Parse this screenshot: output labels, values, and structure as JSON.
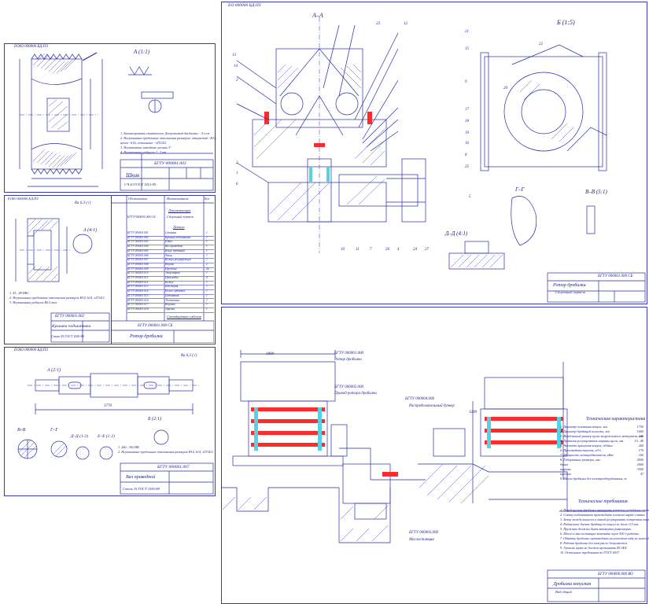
{
  "sheets": {
    "pulley": {
      "stamp": "ЕОЮ 000000 БД.ПЗ",
      "doc_number": "БГТУ 000001.003",
      "part_name": "Шкив",
      "material": "СЧ 20 ГОСТ 1412-85",
      "view_label": "А (1:1)",
      "notes": [
        "1. Балансировать статически. Допустимый дисбаланс - 4 г·см",
        "2. Неуказанные предельные отклонения размеров: отверстий - H14,",
        "валов - h14, остальных - ±IT14/2",
        "3. Неуказанные литейные уклоны 3°",
        "4. Неуказанные радиусы 2...3 мм"
      ]
    },
    "cover": {
      "stamp": "ЕОЮ 000000 БД.ПЗ",
      "doc_number": "БГТУ 000001.002",
      "part_name": "Крышка подшипника",
      "material": "Сталь 45 ГОСТ 1050-88",
      "view_label": "А (4:1)",
      "roughness": "Ra 6,3 (√)",
      "notes": [
        "1. 43...48 HRC",
        "2. Неуказанные предельные отклонения размеров H14, h14, ±IT14/2",
        "3. Неуказанные радиусы R0,5 max"
      ]
    },
    "spec": {
      "header_cols": [
        "Обозначение",
        "Наименование",
        "Кол."
      ],
      "doc_number": "БГТУ 000001.000 СБ",
      "assembly_ref": "Сборочный чертеж",
      "section_documentation": "Документация",
      "section_parts": "Детали",
      "section_standard": "Стандартные изделия",
      "rows": [
        {
          "code": "БГТУ 000001.001",
          "name": "Станина",
          "qty": "1"
        },
        {
          "code": "БГТУ 000001.002",
          "name": "Крышка подшипника",
          "qty": "1"
        },
        {
          "code": "БГТУ 000001.003",
          "name": "Шкив",
          "qty": "1"
        },
        {
          "code": "БГТУ 000001.004",
          "name": "Вал приводной",
          "qty": "1"
        },
        {
          "code": "БГТУ 000001.005",
          "name": "Конус дробящий",
          "qty": "1"
        },
        {
          "code": "БГТУ 000001.006",
          "name": "Чаша",
          "qty": "1"
        },
        {
          "code": "БГТУ 000001.007",
          "name": "Кольцо регулирующее",
          "qty": "1"
        },
        {
          "code": "БГТУ 000001.008",
          "name": "Втулка",
          "qty": "2"
        },
        {
          "code": "БГТУ 000001.009",
          "name": "Пружина",
          "qty": "24"
        },
        {
          "code": "БГТУ 000001.010",
          "name": "Эксцентрик",
          "qty": "1"
        },
        {
          "code": "БГТУ 000001.011",
          "name": "Прокладка",
          "qty": "4"
        },
        {
          "code": "БГТУ 000001.012",
          "name": "Кожух",
          "qty": "1"
        },
        {
          "code": "БГТУ 000001.013",
          "name": "Шестерня",
          "qty": "1"
        },
        {
          "code": "БГТУ 000001.014",
          "name": "Колесо зубчатое",
          "qty": "1"
        },
        {
          "code": "БГТУ 000001.015",
          "name": "Подпятник",
          "qty": "1"
        },
        {
          "code": "БГТУ 000001.016",
          "name": "Уплотнение",
          "qty": "1"
        },
        {
          "code": "БГТУ 000001.017",
          "name": "Воронка",
          "qty": "1"
        },
        {
          "code": "БГТУ 000001.018",
          "name": "Тарелка",
          "qty": "1"
        }
      ],
      "footer_title": "Ротор дробилки"
    },
    "shaft": {
      "stamp": "ЕОЮ 000000 БД.ПЗ",
      "doc_number": "БГТУ 000001.007",
      "part_name": "Вал приводной",
      "material": "Сталь 35 ГОСТ 1050-88",
      "roughness": "Ra 6,3 (√)",
      "dimension_main": "1770",
      "labels": [
        "А (2:1)",
        "Б (2:1)",
        "В–В",
        "Г–Г",
        "Д–Д (1:2)",
        "Е–Е (1:2)"
      ],
      "notes": [
        "1. 260...302 HB",
        "2. Неуказанные предельные отклонения размеров H14, h14, ±IT14/2"
      ]
    },
    "assembly": {
      "stamp": "ЕО 000000 БД.ПЗ",
      "section_labels": [
        "А–А",
        "Б (1:5)",
        "Г–Г",
        "В–В (5:1)",
        "Д–Д (4:1)"
      ],
      "doc_number": "БГТУ 000001.000 СБ",
      "title": "Ротор дробилки",
      "subtitle": "Сборочный чертеж",
      "callouts": [
        "23",
        "12",
        "21",
        "15",
        "9",
        "17",
        "18",
        "19",
        "16",
        "8",
        "25",
        "5",
        "10",
        "11",
        "7",
        "13",
        "14",
        "3",
        "2",
        "1",
        "6",
        "4",
        "24",
        "22",
        "20",
        "27",
        "26"
      ]
    },
    "general": {
      "dim_top": "1800",
      "dim_side": "1200",
      "label_rotor": "БГТУ 000001.000",
      "label_rotor_sub": "Ротор дробилки",
      "label_drive": "БГТУ 000002.000",
      "label_drive_sub": "Привод ротора дробилки",
      "label_bunker": "БГТУ 000004.000",
      "label_bunker_sub": "Распределительный бункер",
      "label_base": "БГТУ 000003.000",
      "label_base_sub": "Маслостанция",
      "tech_title": "Техническая характеристика",
      "tech_items": [
        "1. Диаметр основания конуса, мм",
        "2. Диаметр дробящей полости, мм",
        "3. Наибольший размер куска загружаемого материала, мм",
        "4. Диапазон регулирования ширины щели, мм",
        "5. Частота вращения конуса, об/мин",
        "6. Производительность, м³/ч",
        "7. Мощность электродвигателя, кВт",
        "8. Габаритные размеры, мм:",
        "   длина",
        "   ширина",
        "   высота",
        "9. Масса дробилки без электрооборудования, т"
      ],
      "tech_values": [
        "1750",
        "1600",
        "200",
        "15...40",
        "260",
        "170",
        "160",
        "4500",
        "2600",
        "3500",
        "47"
      ],
      "req_title": "Технические требования",
      "req_items": [
        "1. Перед пуском дробилки проверить затяжку резьбовых соединений.",
        "2. Смазку подшипников производить согласно карте смазки.",
        "3. Зазор между конусом и чашей регулировать поворотом чаши.",
        "4. Радиальное биение дробящего конуса не более 0,5 мм.",
        "5. Пружины должны быть затянуты равномерно.",
        "6. Масло в маслостанции заменять через 500 ч работы.",
        "7. Обкатку дробилки производить на холостом ходу не менее 2 ч.",
        "8. Работа дробилки без кожуха не допускается.",
        "9. Уровень шума не должен превышать 85 дБА.",
        "10. Остальные требования по ГОСТ 6937."
      ],
      "doc_number": "БГТУ 000000.000 ВО",
      "title": "Дробилка конусная",
      "subtitle": "Вид общий"
    }
  }
}
